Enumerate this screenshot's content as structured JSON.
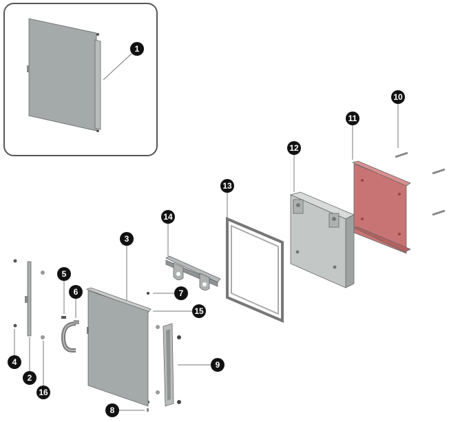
{
  "diagram": {
    "type": "exploded parts diagram",
    "callouts": {
      "c1": "1",
      "c2": "2",
      "c3": "3",
      "c4": "4",
      "c5": "5",
      "c6": "6",
      "c7": "7",
      "c8": "8",
      "c9": "9",
      "c10": "10",
      "c11": "11",
      "c12": "12",
      "c13": "13",
      "c14": "14",
      "c15": "15",
      "c16": "16"
    },
    "colors": {
      "door": "#a4aaa9",
      "panel": "#c3c8c7",
      "highlight_panel": "#c97474",
      "callout": "#111111",
      "inset_border": "#555555"
    }
  }
}
